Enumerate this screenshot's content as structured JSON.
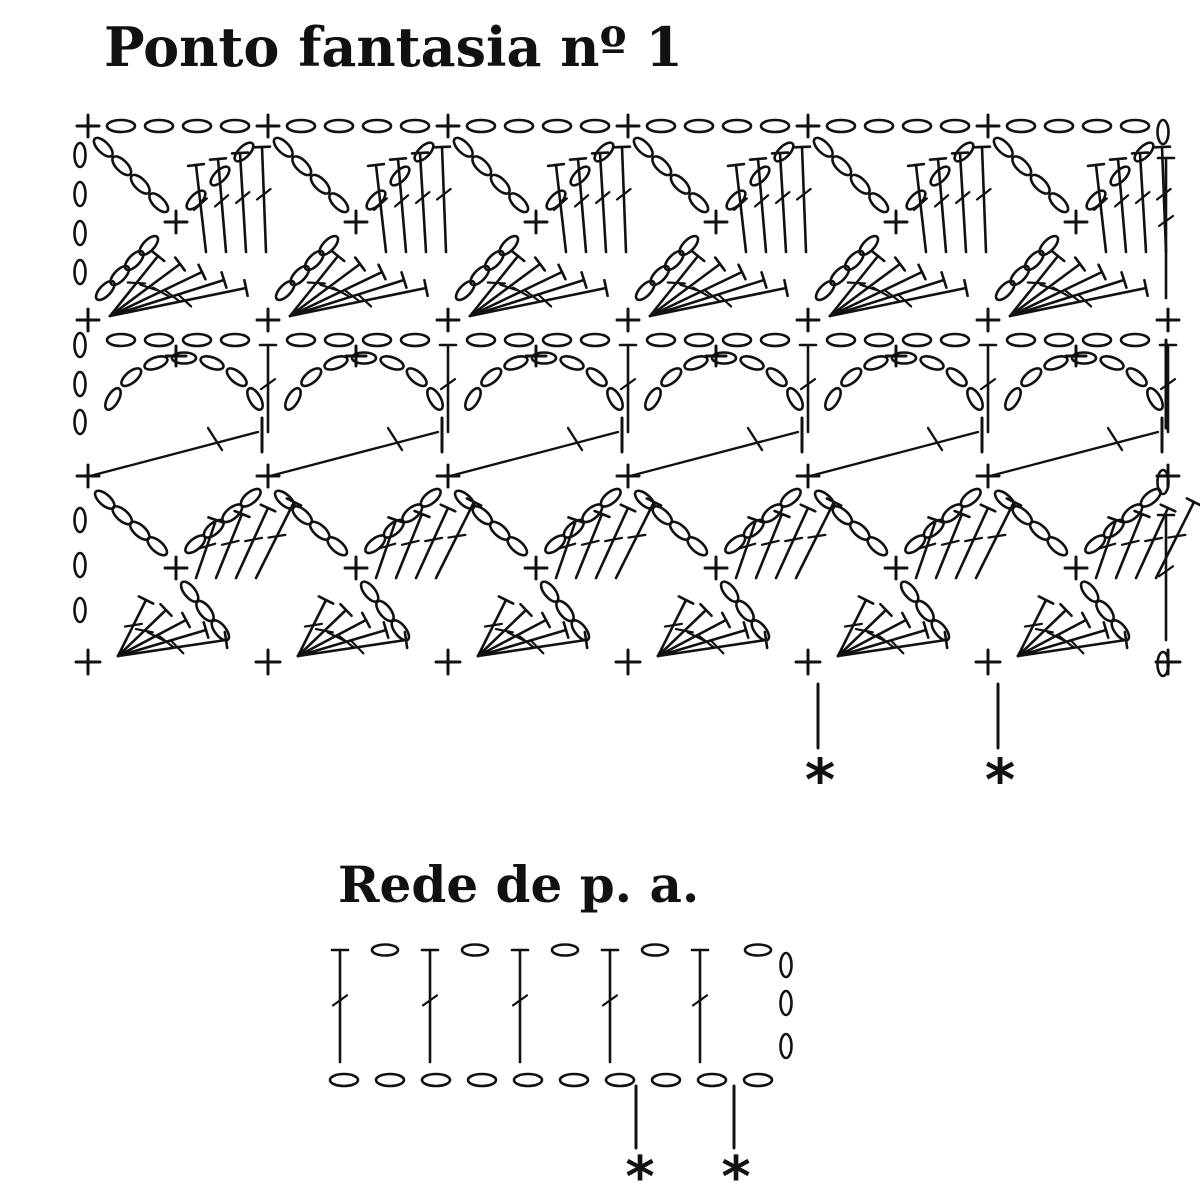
{
  "diagram_1": {
    "title": "Ponto fantasia nº 1",
    "repeat_marker": "*",
    "symbols": [
      "chain",
      "single-crochet",
      "double-crochet"
    ]
  },
  "diagram_2": {
    "title": "Rede de p. a.",
    "repeat_marker": "*",
    "symbols": [
      "chain",
      "double-crochet"
    ]
  },
  "colors": {
    "ink": "#111111",
    "background": "#ffffff"
  }
}
